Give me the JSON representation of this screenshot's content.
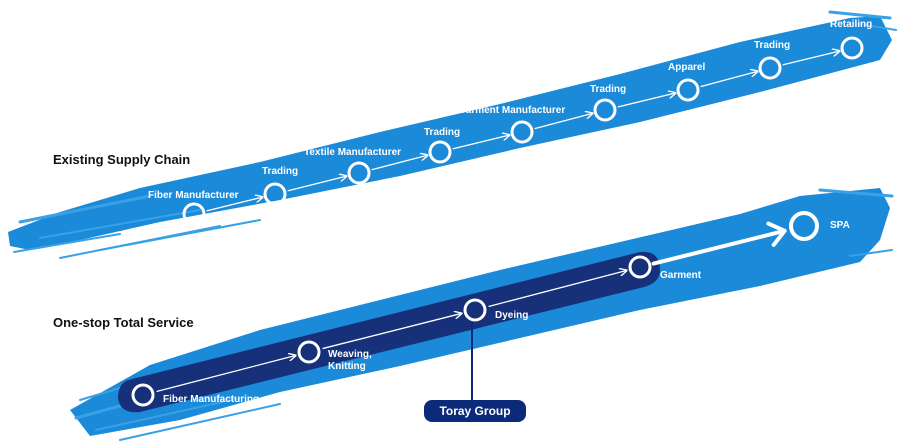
{
  "colors": {
    "brush": "#1a8ad9",
    "brush_light": "#3aa1e6",
    "highlight": "#16307a",
    "badge": "#0b2a7a",
    "node_ring": "#ffffff"
  },
  "existing": {
    "title": "Existing Supply Chain",
    "steps": [
      {
        "label": "Fiber Manufacturer"
      },
      {
        "label": "Trading"
      },
      {
        "label": "Textile Manufacturer"
      },
      {
        "label": "Trading"
      },
      {
        "label": "Garment Manufacturer"
      },
      {
        "label": "Trading"
      },
      {
        "label": "Apparel"
      },
      {
        "label": "Trading"
      },
      {
        "label": "Retailing"
      }
    ]
  },
  "onestop": {
    "title": "One-stop Total Service",
    "steps": [
      {
        "label": [
          "Fiber Manufacturing"
        ]
      },
      {
        "label": [
          "Weaving,",
          "Knitting"
        ]
      },
      {
        "label": [
          "Dyeing"
        ]
      },
      {
        "label": [
          "Garment"
        ]
      },
      {
        "label": [
          "SPA"
        ]
      }
    ],
    "badge": "Toray Group"
  }
}
